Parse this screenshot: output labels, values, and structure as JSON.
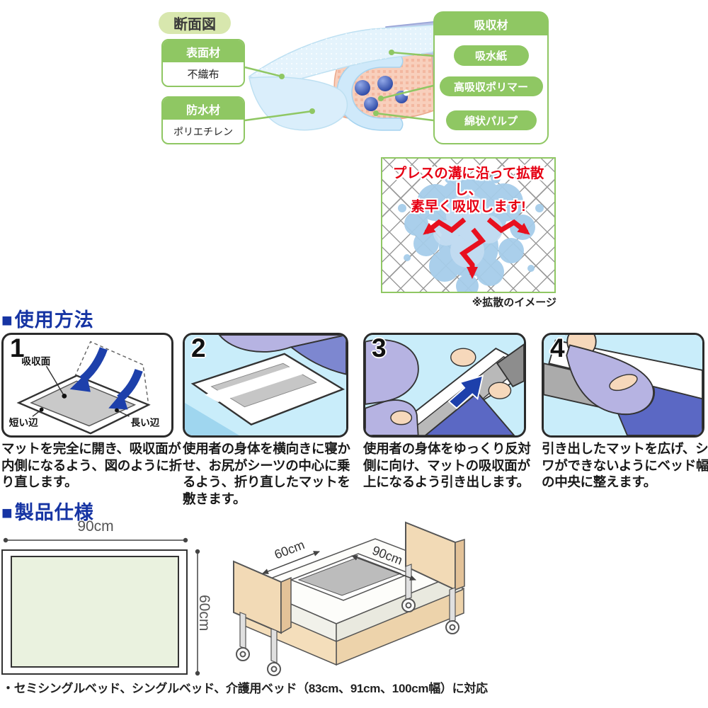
{
  "colors": {
    "accent_green": "#8fc763",
    "light_green_badge": "#d8e7ae",
    "heading_blue": "#1634a3",
    "alert_red": "#e60013",
    "step_sky_blue": "#c9edfa",
    "fold_arrow_blue": "#1d40ab",
    "spec_mat_fill": "#eaf2df",
    "bed_tan": "#f2dab6"
  },
  "cross_section": {
    "title": "断面図",
    "surface": {
      "header": "表面材",
      "body": "不織布"
    },
    "waterproof": {
      "header": "防水材",
      "body": "ポリエチレン"
    },
    "absorbent": {
      "header": "吸収材",
      "items": [
        "吸水紙",
        "高吸収ポリマー",
        "綿状パルプ"
      ]
    }
  },
  "diffusion": {
    "headline_line1": "プレスの溝に沿って拡散し、",
    "headline_line2": "素早く吸収します!",
    "caption": "※拡散のイメージ"
  },
  "usage": {
    "marker": "■",
    "title": "使用方法",
    "steps": [
      {
        "number": "1",
        "caption": "マットを完全に開き、吸収面が内側になるよう、図のように折り直します。",
        "labels": {
          "absorb_surface": "吸収面",
          "short_edge": "短い辺",
          "long_edge": "長い辺"
        }
      },
      {
        "number": "2",
        "caption": "使用者の身体を横向きに寝かせ、お尻がシーツの中心に乗るよう、折り直したマットを敷きます。"
      },
      {
        "number": "3",
        "caption": "使用者の身体をゆっくり反対側に向け、マットの吸収面が上になるよう引き出します。"
      },
      {
        "number": "4",
        "caption": "引き出したマットを広げ、シワができないようにベッド幅の中央に整えます。"
      }
    ]
  },
  "spec": {
    "marker": "■",
    "title": "製品仕様",
    "mat_width_label": "90cm",
    "mat_height_label": "60cm",
    "bed_mat_width_label": "60cm",
    "bed_mat_length_label": "90cm",
    "note": "・セミシングルベッド、シングルベッド、介護用ベッド（83cm、91cm、100cm幅）に対応"
  }
}
